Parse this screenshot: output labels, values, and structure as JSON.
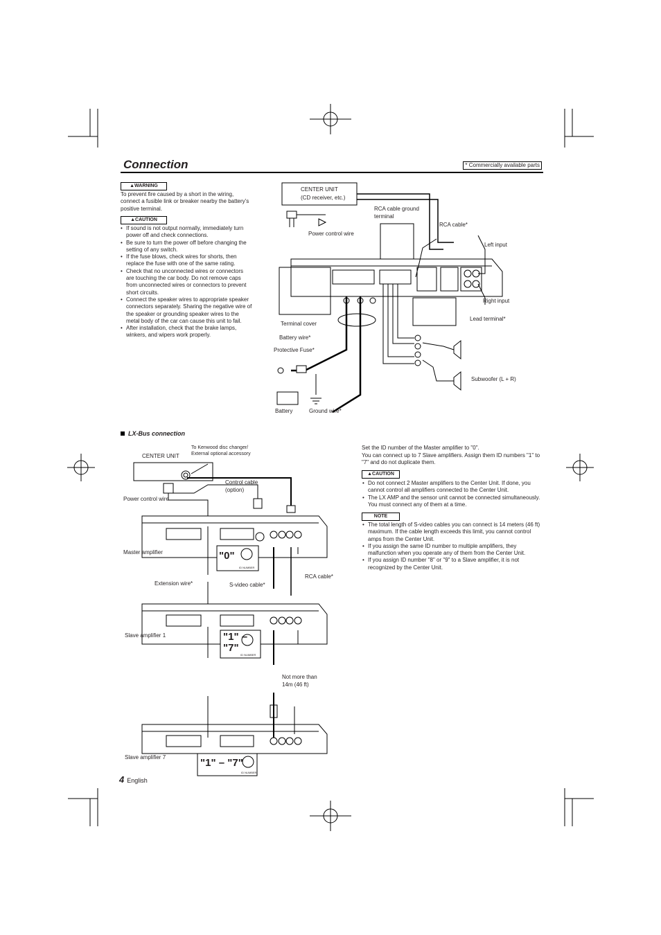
{
  "header": {
    "title": "Connection",
    "note": "* Commercially available parts"
  },
  "warning": {
    "label": "WARNING",
    "text": "To prevent fire caused by a short in the wiring, connect a fusible link or breaker nearby the battery’s positive terminal."
  },
  "caution1": {
    "label": "CAUTION",
    "items": [
      "If sound is not output normally, immediately turn power off and check connections.",
      "Be sure to turn the power off before changing the setting of any switch.",
      "If the fuse blows, check wires for shorts, then replace the fuse with one of the same rating.",
      "Check that no unconnected wires or connectors are touching the car body. Do not remove caps from unconnected wires or connectors to prevent short circuits.",
      "Connect the speaker wires to appropriate speaker connectors separately. Sharing the negative wire of the speaker or grounding speaker wires to the metal body of the car can cause this unit to fail.",
      "After installation, check that the brake lamps, winkers, and wipers work properly."
    ]
  },
  "diagram1": {
    "center_unit": "CENTER UNIT",
    "center_unit_sub": "(CD receiver, etc.)",
    "rca_ground": "RCA cable ground",
    "rca_ground2": "terminal",
    "power_control": "Power control wire",
    "rca_cable": "RCA cable*",
    "left_input": "Left input",
    "right_input": "Right input",
    "lead_terminal": "Lead terminal*",
    "terminal_cover": "Terminal cover",
    "battery_wire": "Battery wire*",
    "fuse": "Protective Fuse*",
    "subwoofer": "Subwoofer (L + R)",
    "battery": "Battery",
    "ground_wire": "Ground wire*"
  },
  "section": {
    "title": "LX-Bus connection"
  },
  "diagram2": {
    "kenwood1": "To Kenwood disc changer/",
    "kenwood2": "External optional accessory",
    "center_unit": "CENTER UNIT",
    "control_cable": "Control cable",
    "control_cable2": "(option)",
    "power_control": "Power control wire",
    "master": "Master amplifier",
    "id0": "\"0\"",
    "extension": "Extension wire*",
    "svideo": "S-video cable*",
    "rca": "RCA cable*",
    "slave1": "Slave amplifier 1",
    "id17a": "\"1\" –",
    "id17b": "\"7\"",
    "notmore1": "Not more than",
    "notmore2": "14m (46 ft)",
    "slave7": "Slave amplifier 7",
    "id17": "\"1\" – \"7\"",
    "id_number": "ID NUMBER"
  },
  "right_text": {
    "p1": "Set the ID number of the Master amplifier to \"0\".",
    "p2": "You can connect up to 7 Slave amplifiers. Assign them ID numbers \"1\" to \"7\" and do not duplicate them.",
    "caution_label": "CAUTION",
    "caution_items": [
      "Do not connect 2 Master amplifiers to the Center Unit. If done, you cannot control all amplifiers connected to the Center Unit.",
      "The LX AMP and the sensor unit cannot be connected simultaneously. You must connect any of them at a time."
    ],
    "note_label": "NOTE",
    "note_items": [
      "The total length of S-video cables you can connect is 14 meters (46 ft) maximum. If the cable length exceeds this limit, you cannot control amps from the Center Unit.",
      "If you assign the same ID number to multiple amplifiers, they malfunction when you operate any of them from the Center Unit.",
      "If you assign ID number \"8\" or \"9\" to a Slave amplifier, it is not recognized by the Center Unit."
    ]
  },
  "footer": {
    "page": "4",
    "lang": "English"
  }
}
